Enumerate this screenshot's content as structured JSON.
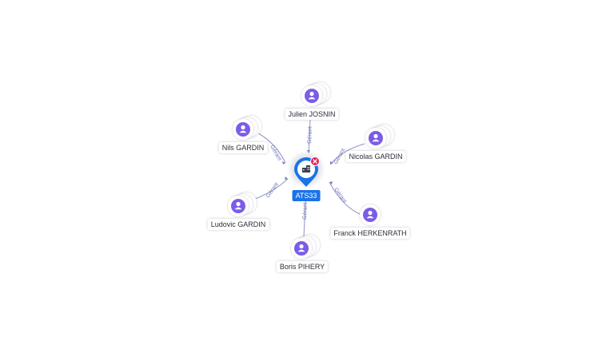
{
  "center": {
    "label": "ATS33",
    "icon": "building-icon",
    "badge_icon": "close-icon",
    "color": "#1a73e8",
    "badge_color": "#e0245e"
  },
  "person_color": "#7b5ce6",
  "edge_label": "Gérant",
  "persons": [
    {
      "id": "julien",
      "name": "Julien JOSNIN"
    },
    {
      "id": "nicolas",
      "name": "Nicolas GARDIN"
    },
    {
      "id": "franck",
      "name": "Franck HERKENRATH"
    },
    {
      "id": "boris",
      "name": "Boris PIHERY"
    },
    {
      "id": "ludovic",
      "name": "Ludovic GARDIN"
    },
    {
      "id": "nils",
      "name": "Nils GARDIN"
    }
  ]
}
